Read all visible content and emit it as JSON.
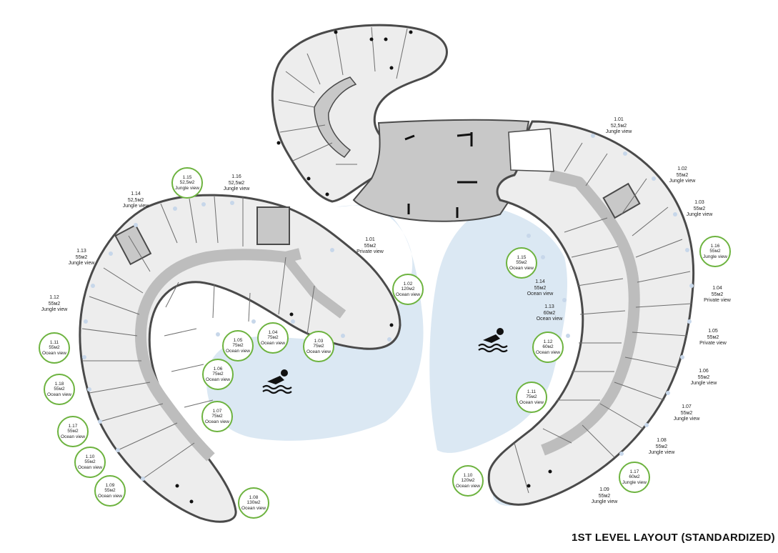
{
  "title": "1ST LEVEL LAYOUT (STANDARDIZED)",
  "colors": {
    "water": "#dbe8f3",
    "corridor": "#c8c8c8",
    "building": "#ededed",
    "highlight": "#6db33f",
    "wall": "#4a4a4a"
  },
  "icons": [
    "swimmer-icon"
  ],
  "left_wing": {
    "plain": [
      {
        "id": "1.16",
        "area": "52,5м2",
        "view": "Jungle view"
      },
      {
        "id": "1.14",
        "area": "52,5м2",
        "view": "Jungle view"
      },
      {
        "id": "1.13",
        "area": "55м2",
        "view": "Jungle view"
      },
      {
        "id": "1.12",
        "area": "55м2",
        "view": "Jungle view"
      },
      {
        "id": "1.01",
        "area": "55м2",
        "view": "Private view"
      }
    ],
    "circled": [
      {
        "id": "1.15",
        "area": "52,5м2",
        "view": "Jungle view"
      },
      {
        "id": "1.11",
        "area": "55м2",
        "view": "Ocean view"
      },
      {
        "id": "1.18",
        "area": "55м2",
        "view": "Ocean view"
      },
      {
        "id": "1.17",
        "area": "55м2",
        "view": "Ocean view"
      },
      {
        "id": "1.10",
        "area": "55м2",
        "view": "Ocean view"
      },
      {
        "id": "1.09",
        "area": "55м2",
        "view": "Ocean view"
      },
      {
        "id": "1.08",
        "area": "130м2",
        "view": "Ocean view"
      },
      {
        "id": "1.07",
        "area": "75м2",
        "view": "Ocean view"
      },
      {
        "id": "1.06",
        "area": "75м2",
        "view": "Ocean view"
      },
      {
        "id": "1.05",
        "area": "75м2",
        "view": "Ocean view"
      },
      {
        "id": "1.04",
        "area": "75м2",
        "view": "Ocean view"
      },
      {
        "id": "1.03",
        "area": "75м2",
        "view": "Ocean view"
      },
      {
        "id": "1.02",
        "area": "120м2",
        "view": "Ocean view"
      }
    ]
  },
  "right_wing": {
    "plain": [
      {
        "id": "1.01",
        "area": "52,5м2",
        "view": "Jungle view"
      },
      {
        "id": "1.02",
        "area": "55м2",
        "view": "Jungle view"
      },
      {
        "id": "1.03",
        "area": "55м2",
        "view": "Jungle view"
      },
      {
        "id": "1.04",
        "area": "55м2",
        "view": "Private view"
      },
      {
        "id": "1.05",
        "area": "55м2",
        "view": "Private view"
      },
      {
        "id": "1.06",
        "area": "55м2",
        "view": "Jungle view"
      },
      {
        "id": "1.07",
        "area": "55м2",
        "view": "Jungle view"
      },
      {
        "id": "1.08",
        "area": "55м2",
        "view": "Jungle view"
      },
      {
        "id": "1.09",
        "area": "55м2",
        "view": "Jungle view"
      },
      {
        "id": "1.14",
        "area": "55м2",
        "view": "Ocean view"
      },
      {
        "id": "1.13",
        "area": "60м2",
        "view": "Ocean view"
      }
    ],
    "circled": [
      {
        "id": "1.16",
        "area": "55м2",
        "view": "Jungle view"
      },
      {
        "id": "1.17",
        "area": "60м2",
        "view": "Jungle view"
      },
      {
        "id": "1.10",
        "area": "120м2",
        "view": "Ocean view"
      },
      {
        "id": "1.15",
        "area": "55м2",
        "view": "Ocean view"
      },
      {
        "id": "1.12",
        "area": "60м2",
        "view": "Ocean view"
      },
      {
        "id": "1.11",
        "area": "75м2",
        "view": "Ocean view"
      }
    ]
  }
}
